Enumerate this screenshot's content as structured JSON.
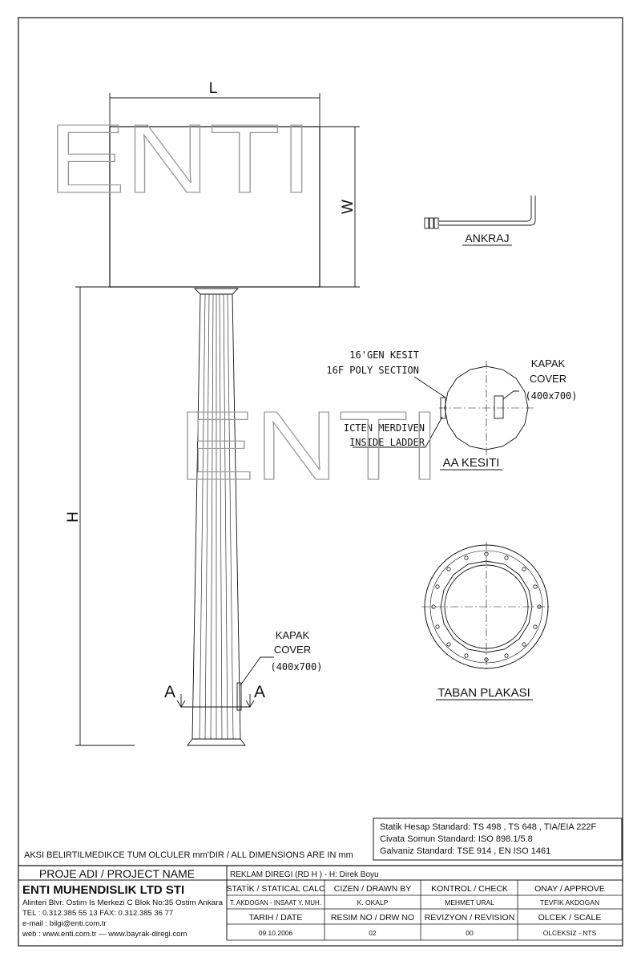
{
  "watermark": {
    "text": "ENTI"
  },
  "dimensions": {
    "length": "L",
    "width": "W",
    "height": "H"
  },
  "ankraj": {
    "label": "ANKRAJ"
  },
  "section": {
    "line1": "16'GEN KESIT",
    "line2": "16F POLY SECTION",
    "cover_line1": "KAPAK",
    "cover_line2": "COVER",
    "cover_size": "(400x700)",
    "ladder_line1": "ICTEN MERDIVEN",
    "ladder_line2": "INSIDE LADDER",
    "title": "AA KESITI"
  },
  "pole": {
    "cover_line1": "KAPAK",
    "cover_line2": "COVER",
    "cover_size": "(400x700)",
    "section_mark": "A"
  },
  "base_plate": {
    "label": "TABAN PLAKASI"
  },
  "standards": {
    "static": "Statik Hesap Standard: TS 498 , TS 648 , TIA/EIA 222F",
    "bolt": "Civata Somun Standard: ISO 898.1/5.8",
    "galvanize": "Galvaniz Standard: TSE 914 , EN ISO 1461"
  },
  "note": "AKSI BELIRTILMEDIKCE TUM OLCULER mm'DIR / ALL DIMENSIONS ARE IN mm",
  "title_block": {
    "project_header": "PROJE ADI / PROJECT NAME",
    "project_name": "REKLAM DIREGI (RD H ) - H: Direk Boyu",
    "company": "ENTI MUHENDISLIK LTD STI",
    "address": "Alinteri Blvr. Ostim Is Merkezi C Blok No:35 Ostim Ankara",
    "phone": "TEL : 0.312.385 55 13  FAX: 0.312.385 36 77",
    "email": "e-mail : bilgi@enti.com.tr",
    "web": "web    : www.enti.com.tr  —   www.bayrak-diregi.com",
    "headers": {
      "calc": "STATİK / STATICAL CALC",
      "drawn": "CIZEN / DRAWN BY",
      "check": "KONTROL / CHECK",
      "approve": "ONAY / APPROVE"
    },
    "names": {
      "calc": "T. AKDOGAN - INSAAT Y. MUH.",
      "drawn": "K. OKALP",
      "check": "MEHMET URAL",
      "approve": "TEVFIK AKDOGAN"
    },
    "info_headers": {
      "date": "TARIH / DATE",
      "drawing_no": "RESIM NO / DRW NO",
      "revision": "REVIZYON / REVISION",
      "scale": "OLCEK / SCALE"
    },
    "info_values": {
      "date": "09.10.2006",
      "drawing_no": "02",
      "revision": "00",
      "scale": "OLCEKSIZ - NTS"
    }
  }
}
